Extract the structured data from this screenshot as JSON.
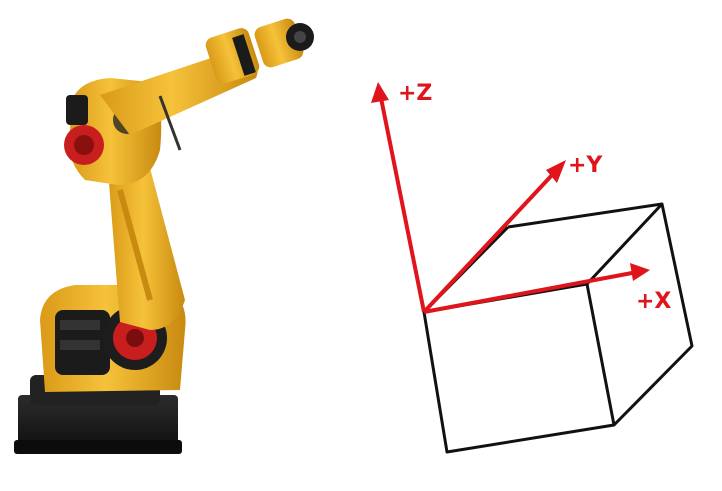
{
  "colors": {
    "axis": "#e0141b",
    "cube": "#111111",
    "robot_body": "#f2b72a",
    "robot_shade": "#c98d12",
    "robot_dark": "#1b1b1b",
    "robot_red": "#c81e1e"
  },
  "axes": {
    "z_label": "+Z",
    "y_label": "+Y",
    "x_label": "+X"
  }
}
